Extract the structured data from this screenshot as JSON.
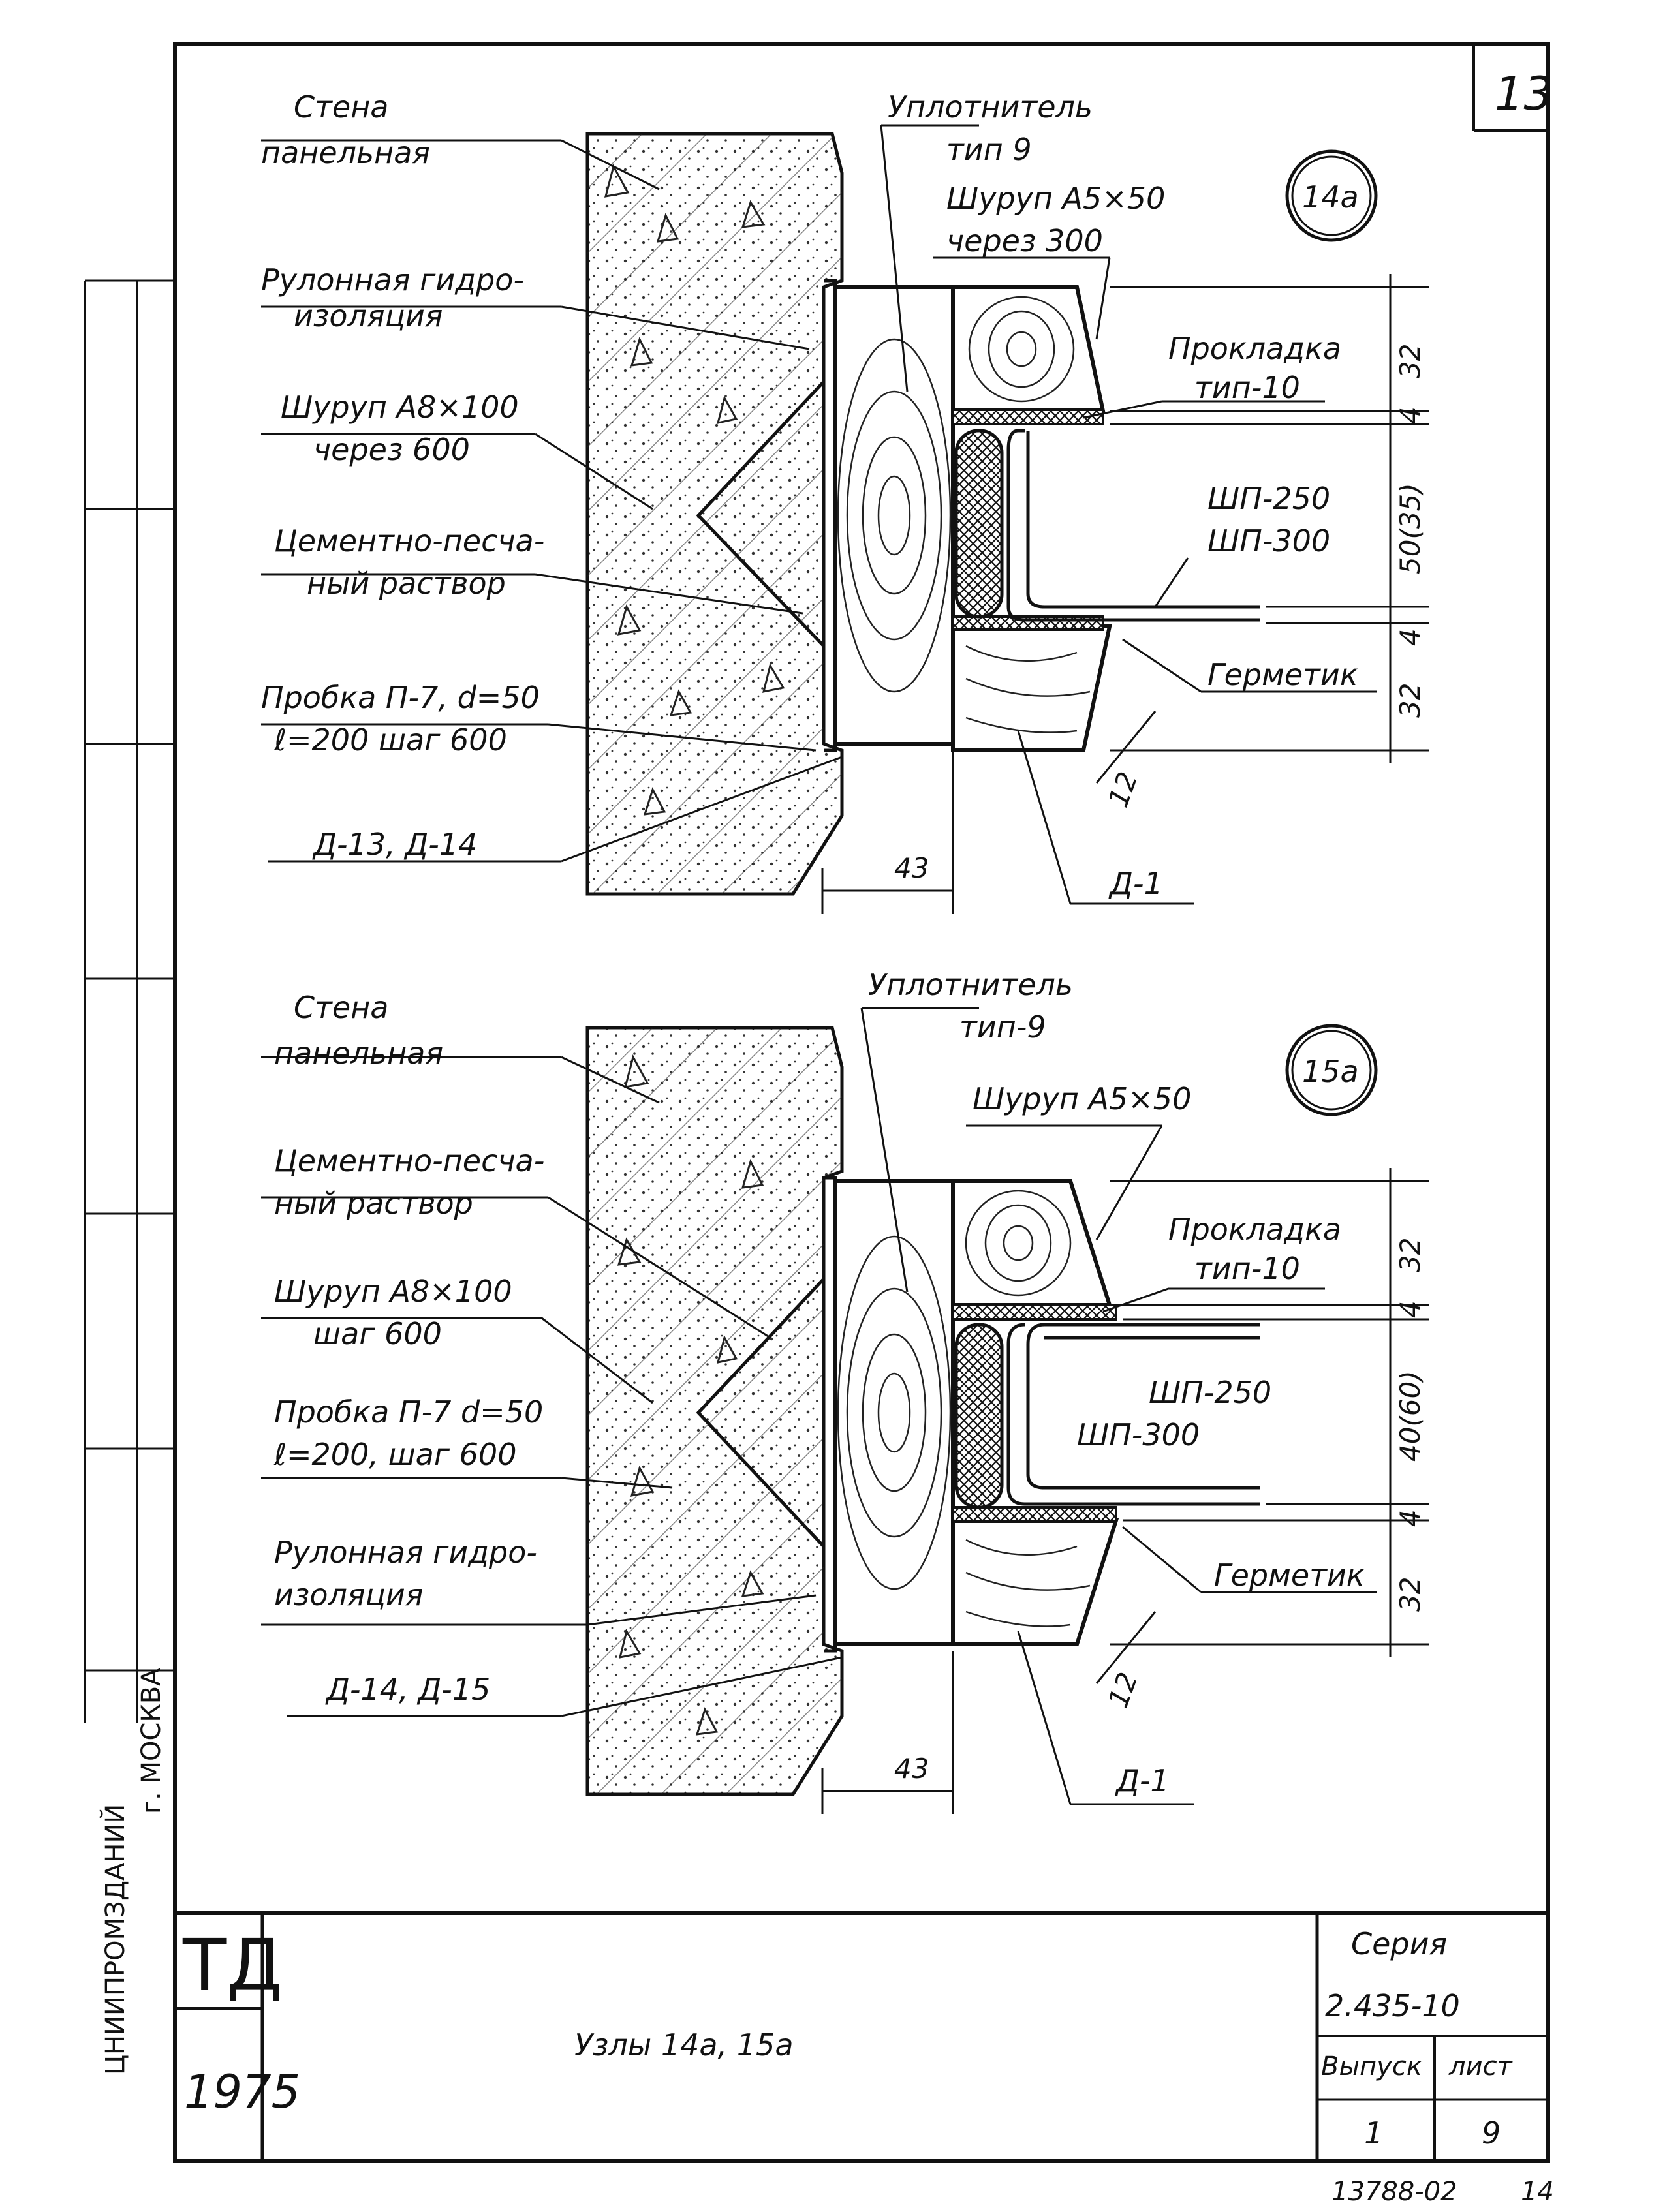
{
  "sheet": {
    "page_number": "13",
    "bottom_code": "13788-02",
    "bottom_page": "14",
    "side_text": "ЦНИИПРОМЗДАНИЙ",
    "side_city": "г. МОСКВА"
  },
  "title_block": {
    "stamp": "ТД",
    "year": "1975",
    "title": "Узлы 14а, 15а",
    "series_label": "Серия",
    "series_value": "2.435-10",
    "issue_label": "Выпуск",
    "issue_value": "1",
    "sheet_label": "лист",
    "sheet_value": "9"
  },
  "detail_14a": {
    "badge": "14а",
    "labels": {
      "wall_1": "Стена",
      "wall_2": "панельная",
      "roll_1": "Рулонная гидро-",
      "roll_2": "изоляция",
      "screw8_1": "Шуруп А8×100",
      "screw8_2": "через 600",
      "mortar_1": "Цементно-песча-",
      "mortar_2": "ный раствор",
      "plug_1": "Пробка П-7, d=50",
      "plug_2": "ℓ=200 шаг 600",
      "d13": "Д-13, Д-14",
      "seal_1": "Уплотнитель",
      "seal_2": "тип 9",
      "screw5_1": "Шуруп А5×50",
      "screw5_2": "через 300",
      "gasket_1": "Прокладка",
      "gasket_2": "тип-10",
      "shp_1": "ШП-250",
      "shp_2": "ШП-300",
      "hermetic": "Герметик",
      "d1": "Д-1"
    },
    "dims": {
      "d43": "43",
      "d12": "12",
      "d32a": "32",
      "d4a": "4",
      "d50": "50(35)",
      "d4b": "4",
      "d32b": "32"
    }
  },
  "detail_15a": {
    "badge": "15а",
    "labels": {
      "wall_1": "Стена",
      "wall_2": "панельная",
      "mortar_1": "Цементно-песча-",
      "mortar_2": "ный раствор",
      "screw8_1": "Шуруп А8×100",
      "screw8_2": "шаг 600",
      "plug_1": "Пробка П-7 d=50",
      "plug_2": "ℓ=200, шаг 600",
      "roll_1": "Рулонная гидро-",
      "roll_2": "изоляция",
      "d14": "Д-14, Д-15",
      "seal_1": "Уплотнитель",
      "seal_2": "тип-9",
      "screw5_1": "Шуруп А5×50",
      "gasket_1": "Прокладка",
      "gasket_2": "тип-10",
      "shp_1": "ШП-250",
      "shp_2": "ШП-300",
      "hermetic": "Герметик",
      "d1": "Д-1"
    },
    "dims": {
      "d43": "43",
      "d12": "12",
      "d32a": "32",
      "d4a": "4",
      "d40": "40(60)",
      "d4b": "4",
      "d32b": "32"
    }
  }
}
